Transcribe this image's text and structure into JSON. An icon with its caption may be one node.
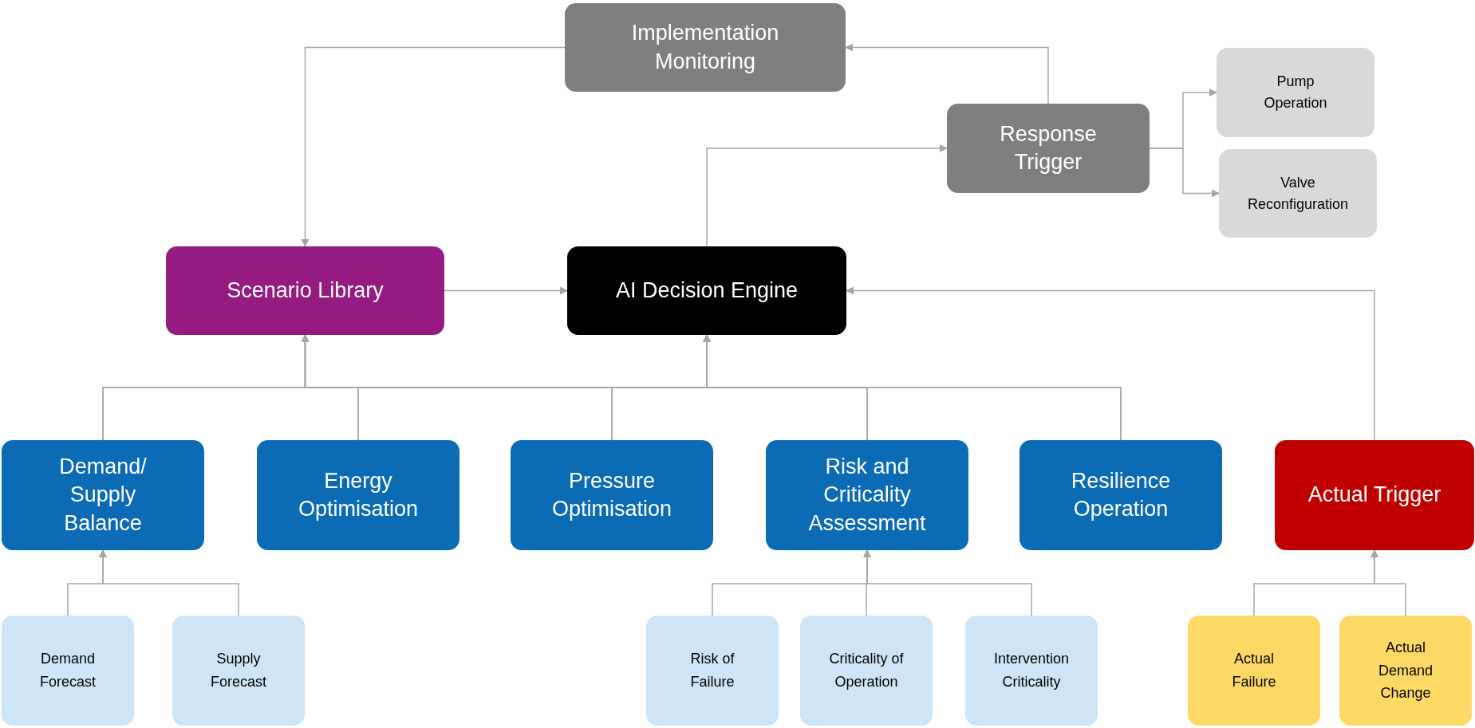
{
  "diagram": {
    "nodes": [
      {
        "text": [
          "Implementation Monitoring"
        ]
      },
      {
        "text": [
          "Response Trigger"
        ]
      },
      {
        "text": [
          "Pump Operation"
        ]
      },
      {
        "text": [
          "Valve Reconfiguration"
        ]
      },
      {
        "text": [
          "Scenario Library"
        ]
      },
      {
        "text": [
          "AI Decision Engine"
        ]
      },
      {
        "text": [
          "Demand/ Supply Balance"
        ]
      },
      {
        "text": [
          "Energy Optimisation"
        ]
      },
      {
        "text": [
          "Pressure Optimisation"
        ]
      },
      {
        "text": [
          "Risk and Criticality Assessment"
        ]
      },
      {
        "text": [
          "Resilience Operation"
        ]
      },
      {
        "text": [
          "Actual Trigger"
        ]
      },
      {
        "text": [
          "Demand Forecast"
        ]
      },
      {
        "text": [
          "Supply Forecast"
        ]
      },
      {
        "text": [
          "Risk of Failure"
        ]
      },
      {
        "text": [
          "Criticality of Operation"
        ]
      },
      {
        "text": [
          "Intervention Criticality"
        ]
      },
      {
        "text": [
          "Actual Failure"
        ]
      },
      {
        "text": [
          "Actual Demand Change"
        ]
      }
    ],
    "edges": [
      {
        "from": 0,
        "to": 4,
        "arrow": "to"
      },
      {
        "from": 1,
        "to": 0,
        "arrow": "to"
      },
      {
        "from": 5,
        "to": 1,
        "arrow": "to"
      },
      {
        "from": 1,
        "to": 2,
        "arrow": "to"
      },
      {
        "from": 1,
        "to": 3,
        "arrow": "to"
      },
      {
        "from": 4,
        "to": 5,
        "arrow": "to"
      },
      {
        "from": 11,
        "to": 5,
        "arrow": "to"
      },
      {
        "from": 6,
        "to": 4,
        "arrow": "to"
      },
      {
        "from": 7,
        "to": 4,
        "arrow": "to"
      },
      {
        "from": 8,
        "to": 4,
        "arrow": "to"
      },
      {
        "from": 9,
        "to": 4,
        "arrow": "to"
      },
      {
        "from": 10,
        "to": 4,
        "arrow": "to"
      },
      {
        "from": 6,
        "to": 5,
        "arrow": "to"
      },
      {
        "from": 7,
        "to": 5,
        "arrow": "to"
      },
      {
        "from": 8,
        "to": 5,
        "arrow": "to"
      },
      {
        "from": 9,
        "to": 5,
        "arrow": "to"
      },
      {
        "from": 10,
        "to": 5,
        "arrow": "to"
      },
      {
        "from": 12,
        "to": 6,
        "arrow": "to"
      },
      {
        "from": 13,
        "to": 6,
        "arrow": "to"
      },
      {
        "from": 14,
        "to": 9,
        "arrow": "to"
      },
      {
        "from": 15,
        "to": 9,
        "arrow": "to"
      },
      {
        "from": 16,
        "to": 9,
        "arrow": "to"
      },
      {
        "from": 17,
        "to": 11,
        "arrow": "to"
      },
      {
        "from": 18,
        "to": 11,
        "arrow": "to"
      }
    ]
  }
}
